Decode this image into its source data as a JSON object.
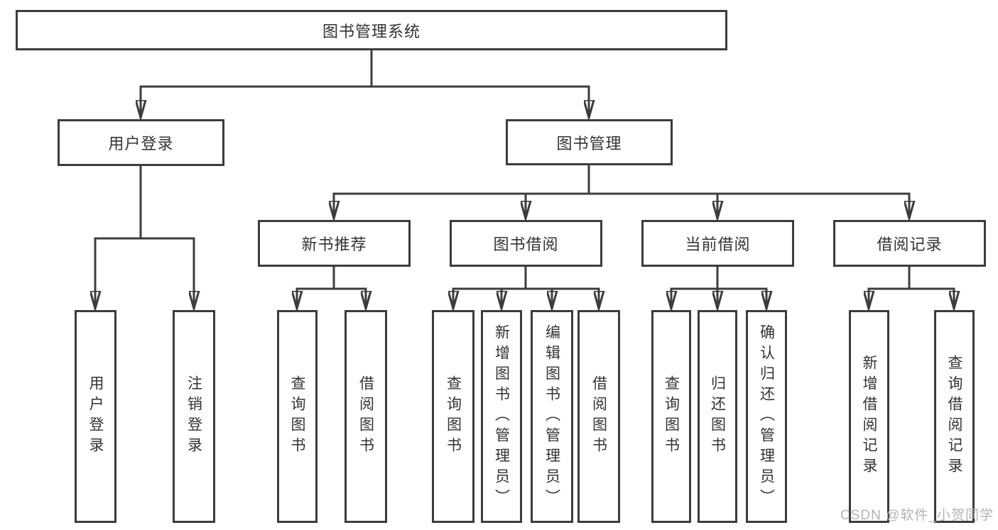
{
  "diagram": {
    "root": {
      "label": "图书管理系统"
    },
    "level2": [
      {
        "label": "用户登录"
      },
      {
        "label": "图书管理"
      }
    ],
    "level3": [
      {
        "label": "新书推荐"
      },
      {
        "label": "图书借阅"
      },
      {
        "label": "当前借阅"
      },
      {
        "label": "借阅记录"
      }
    ],
    "leaves": {
      "user_login": [
        {
          "label": "用户登录"
        },
        {
          "label": "注销登录"
        }
      ],
      "new_book": [
        {
          "label": "查询图书"
        },
        {
          "label": "借阅图书"
        }
      ],
      "borrow": [
        {
          "label": "查询图书"
        },
        {
          "label": "新增图书（管理员）"
        },
        {
          "label": "编辑图书（管理员）"
        },
        {
          "label": "借阅图书"
        }
      ],
      "current": [
        {
          "label": "查询图书"
        },
        {
          "label": "归还图书"
        },
        {
          "label": "确认归还（管理员）"
        }
      ],
      "records": [
        {
          "label": "新增借阅记录"
        },
        {
          "label": "查询借阅记录"
        }
      ]
    },
    "watermark": "CSDN @软件_小贺同学",
    "colors": {
      "line": "#3c3c3c",
      "box_border": "#3c3c3c",
      "text": "#333333",
      "watermark_text": "#b3b3b3",
      "background": "#ffffff"
    }
  }
}
